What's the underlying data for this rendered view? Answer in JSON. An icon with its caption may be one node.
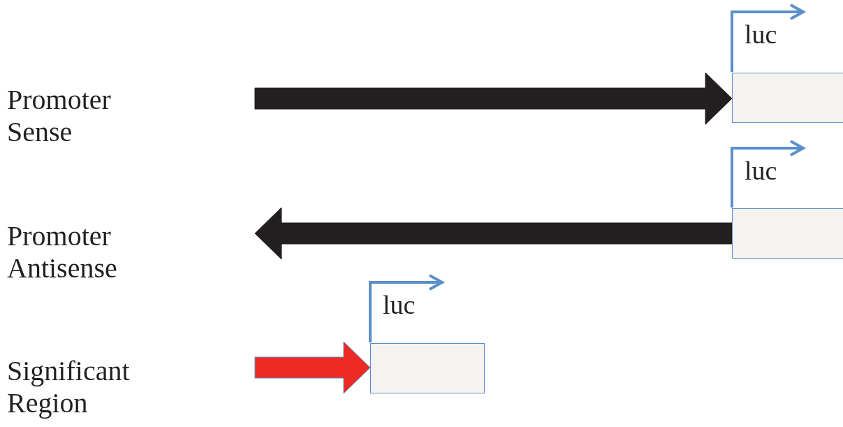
{
  "diagram": {
    "nodes": [
      {
        "text": [
          "luc"
        ]
      },
      {
        "text": [
          "luc"
        ]
      },
      {
        "text": [
          "luc"
        ]
      }
    ],
    "edges": [
      {
        "from": null,
        "to": 0,
        "arrow": "to",
        "style": "thick"
      },
      {
        "from": 1,
        "to": null,
        "arrow": "to",
        "style": "thick"
      },
      {
        "from": null,
        "to": 2,
        "arrow": "to",
        "style": "thick",
        "color": "#ee2a24"
      }
    ],
    "labels": [
      "Promoter Sense",
      "Promoter Antisense",
      "Significant Region"
    ]
  }
}
